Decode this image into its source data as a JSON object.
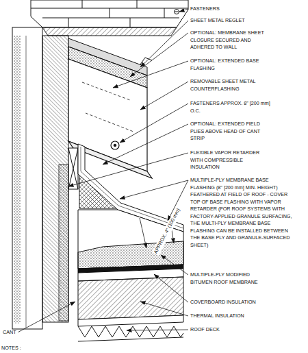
{
  "diagram": {
    "labels": [
      "FASTENERS",
      "SHEET METAL REGLET",
      "OPTIONAL: MEMBRANE SHEET CLOSURE SECURED AND ADHERED TO WALL",
      "OPTIONAL: EXTENDED BASE FLASHING",
      "REMOVABLE SHEET METAL COUNTERFLASHING",
      "FASTENERS APPROX. 8\" [200 mm] O.C.",
      "OPTIONAL: EXTENDED FIELD PLIES ABOVE HEAD OF CANT STRIP",
      "FLEXIBLE VAPOR RETARDER WITH COMPRESSIBLE INSULATION",
      "MULTIPLE-PLY MEMBRANE BASE FLASHING (8\" [200 mm] MIN. HEIGHT) FEATHERED AT FIELD OF ROOF - COVER TOP OF BASE FLASHING WITH VAPOR RETARDER (FOR ROOF SYSTEMS WITH FACTORY-APPLIED GRANULE SURFACING, THE MULTI-PLY MEMBRANE BASE FLASHING CAN BE INSTALLED BETWEEN THE BASE PLY AND GRANULE-SURFACED SHEET)",
      "MULTIPLE-PLY MODIFIED BITUMEN ROOF MEMBRANE",
      "COVERBOARD INSULATION",
      "THERMAL INSULATION",
      "ROOF DECK",
      "CANT",
      "NOTES :",
      "APPROX. 4\" (100 mm)"
    ]
  }
}
